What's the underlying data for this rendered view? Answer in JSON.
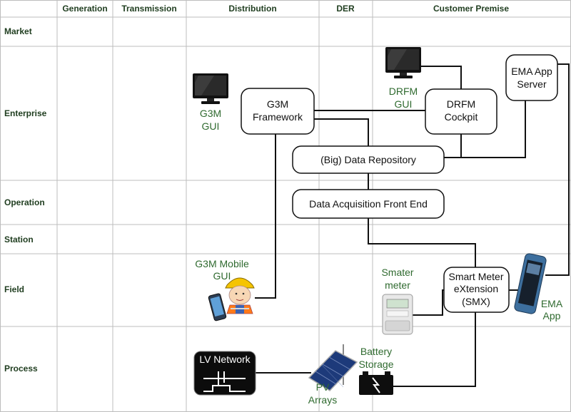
{
  "columns": [
    "Generation",
    "Transmission",
    "Distribution",
    "DER",
    "Customer Premise"
  ],
  "rows": [
    "Market",
    "Enterprise",
    "Operation",
    "Station",
    "Field",
    "Process"
  ],
  "boxes": {
    "g3m_framework": [
      "G3M",
      "Framework"
    ],
    "drfm_cockpit": [
      "DRFM",
      "Cockpit"
    ],
    "ema_app_server": [
      "EMA App",
      "Server"
    ],
    "data_repository": "(Big) Data Repository",
    "data_acquisition": "Data Acquisition Front End",
    "smx": [
      "Smart Meter",
      "eXtension",
      "(SMX)"
    ],
    "lv_network": "LV Network"
  },
  "labels": {
    "g3m_gui": [
      "G3M",
      "GUI"
    ],
    "drfm_gui": [
      "DRFM",
      "GUI"
    ],
    "g3m_mobile_gui": [
      "G3M Mobile",
      "GUI"
    ],
    "smater_meter": [
      "Smater",
      "meter"
    ],
    "ema_app": [
      "EMA",
      "App"
    ],
    "pv_arrays": [
      "PV",
      "Arrays"
    ],
    "battery_storage": [
      "Battery",
      "Storage"
    ]
  },
  "icons": {
    "monitor": "monitor-icon",
    "worker": "worker-icon",
    "phone": "smartphone-icon",
    "meter": "smart-meter-icon",
    "solar": "solar-panel-icon",
    "battery": "battery-icon"
  },
  "colors": {
    "grid": "#bdbdbd",
    "header_text": "#1f3d1f",
    "icon_label": "#2f6a2f",
    "connector": "#111111"
  }
}
